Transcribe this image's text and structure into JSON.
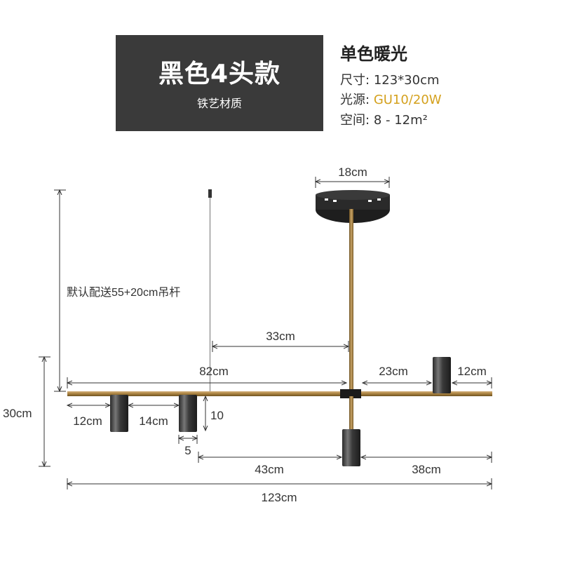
{
  "header": {
    "title": "黑色4头款",
    "subtitle": "铁艺材质"
  },
  "specs": {
    "title": "单色暖光",
    "size_label": "尺寸:",
    "size_value": "123*30cm",
    "source_label": "光源:",
    "source_value": "GU10/20W",
    "space_label": "空间:",
    "space_value": "8 - 12m²"
  },
  "colors": {
    "accent": "#d4a11e",
    "panel": "#3a3a3a",
    "brass": "#b08a4a"
  },
  "diagram": {
    "canopy_width": "18cm",
    "rod_note": "默认配送55+20cm吊杆",
    "d_33": "33cm",
    "d_82": "82cm",
    "d_23": "23cm",
    "d_12_right": "12cm",
    "d_12_left": "12cm",
    "d_14": "14cm",
    "d_10": "10",
    "d_5": "5",
    "d_30": "30cm",
    "d_43": "43cm",
    "d_38": "38cm",
    "d_123": "123cm"
  }
}
